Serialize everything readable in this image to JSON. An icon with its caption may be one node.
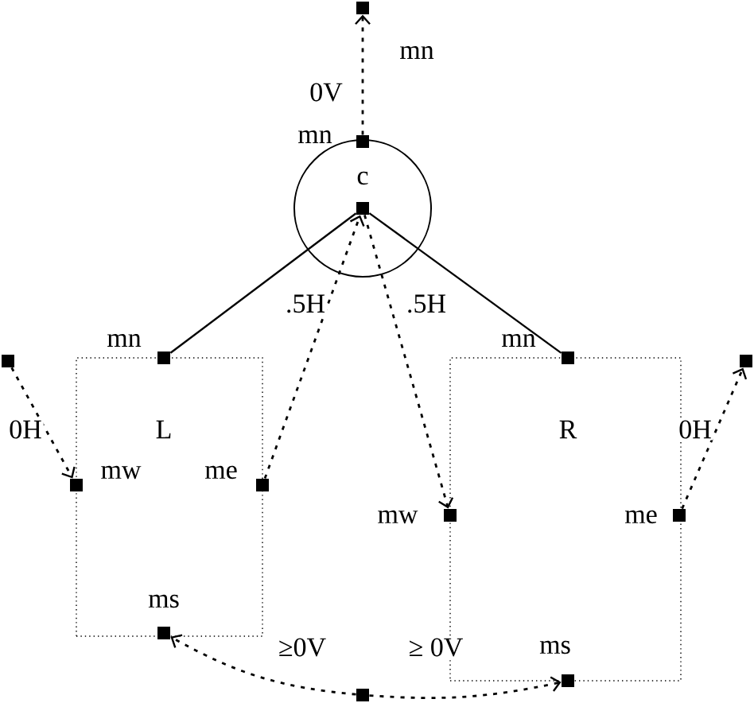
{
  "diagram": {
    "nodes": [
      {
        "text": [
          "c"
        ]
      },
      {
        "text": [],
        "shape": "box",
        "beside": [
          "mn"
        ]
      },
      {
        "text": [],
        "shape": "box",
        "beside": [
          "mn"
        ]
      },
      {
        "text": [],
        "shape": "box",
        "in": 0
      },
      {
        "text": [
          "L"
        ]
      },
      {
        "text": [],
        "shape": "box",
        "beside": [
          "mn"
        ]
      },
      {
        "text": [],
        "shape": "box"
      },
      {
        "text": [],
        "shape": "box"
      },
      {
        "text": [],
        "shape": "box"
      },
      {
        "text": [
          "R"
        ]
      },
      {
        "text": [],
        "shape": "box",
        "beside": [
          "mn"
        ]
      },
      {
        "text": [],
        "shape": "box",
        "beside": [
          "mw"
        ]
      },
      {
        "text": [],
        "shape": "box",
        "beside": [
          "me"
        ]
      },
      {
        "text": [],
        "shape": "box"
      },
      {
        "text": [],
        "shape": "box"
      },
      {
        "text": [],
        "shape": "box"
      },
      {
        "text": [],
        "shape": "box"
      }
    ],
    "edges": [
      {
        "from": 2,
        "to": 1,
        "arrow": "to",
        "label": "0V",
        "style": "dashed"
      },
      {
        "from": 3,
        "to": 5,
        "arrow": "none"
      },
      {
        "from": 3,
        "to": 10,
        "arrow": "none"
      },
      {
        "from": 7,
        "to": 3,
        "arrow": "to",
        "label": ".5H",
        "style": "dashed"
      },
      {
        "from": 3,
        "to": 11,
        "arrow": "to",
        "label": ".5H",
        "style": "dashed"
      },
      {
        "from": 14,
        "to": 6,
        "arrow": "to",
        "label": "0H",
        "style": "dashed"
      },
      {
        "from": 12,
        "to": 15,
        "arrow": "to",
        "label": "0H",
        "style": "dashed"
      },
      {
        "from": 16,
        "to": 8,
        "arrow": "to",
        "label": "≥0V",
        "style": "dashed"
      },
      {
        "from": 16,
        "to": 13,
        "arrow": "to",
        "label": "≥ 0V",
        "style": "dashed"
      }
    ],
    "labels": [
      "mw",
      "me",
      "ms",
      "ms"
    ]
  }
}
